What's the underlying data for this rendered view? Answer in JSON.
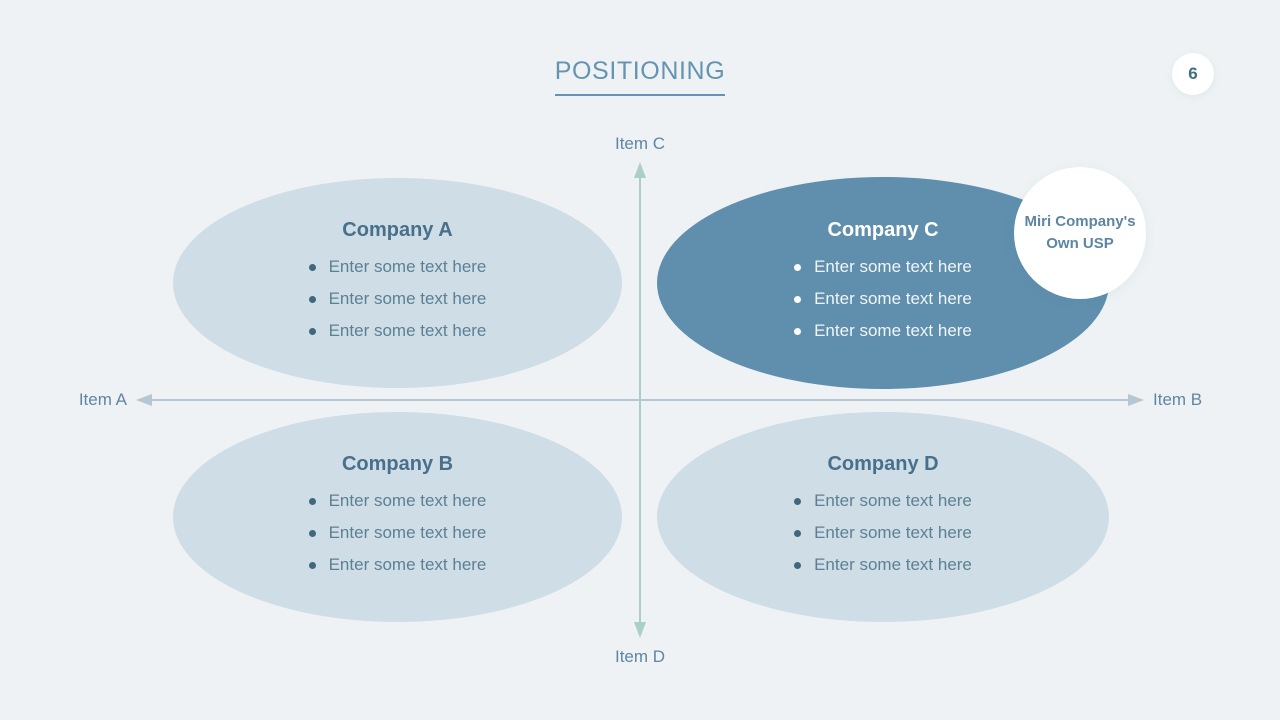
{
  "slide": {
    "title": "POSITIONING",
    "page_number": "6"
  },
  "axes": {
    "left_label": "Item A",
    "right_label": "Item B",
    "top_label": "Item C",
    "bottom_label": "Item D"
  },
  "quadrants": [
    {
      "title": "Company A",
      "variant": "light",
      "bullets": [
        "Enter some text here",
        "Enter some text here",
        "Enter some text here"
      ]
    },
    {
      "title": "Company C",
      "variant": "dark",
      "bullets": [
        "Enter some text here",
        "Enter some text here",
        "Enter some text here"
      ]
    },
    {
      "title": "Company B",
      "variant": "light",
      "bullets": [
        "Enter some text here",
        "Enter some text here",
        "Enter some text here"
      ]
    },
    {
      "title": "Company D",
      "variant": "light",
      "bullets": [
        "Enter some text here",
        "Enter some text here",
        "Enter some text here"
      ]
    }
  ],
  "usp_badge": {
    "line1": "Miri Company's",
    "line2": "Own USP"
  },
  "colors": {
    "background": "#eef2f4",
    "ellipse_light": "#cedde6",
    "ellipse_dark": "#5f8fad",
    "title_accent": "#6494b1",
    "heading_text": "#48708b",
    "body_text": "#5d8094",
    "bullet_dot": "#41677d",
    "axis_horizontal": "#b6c6d2",
    "axis_vertical": "#a9cfc6",
    "axis_label_text": "#5e86a4",
    "badge_text": "#41707f"
  }
}
